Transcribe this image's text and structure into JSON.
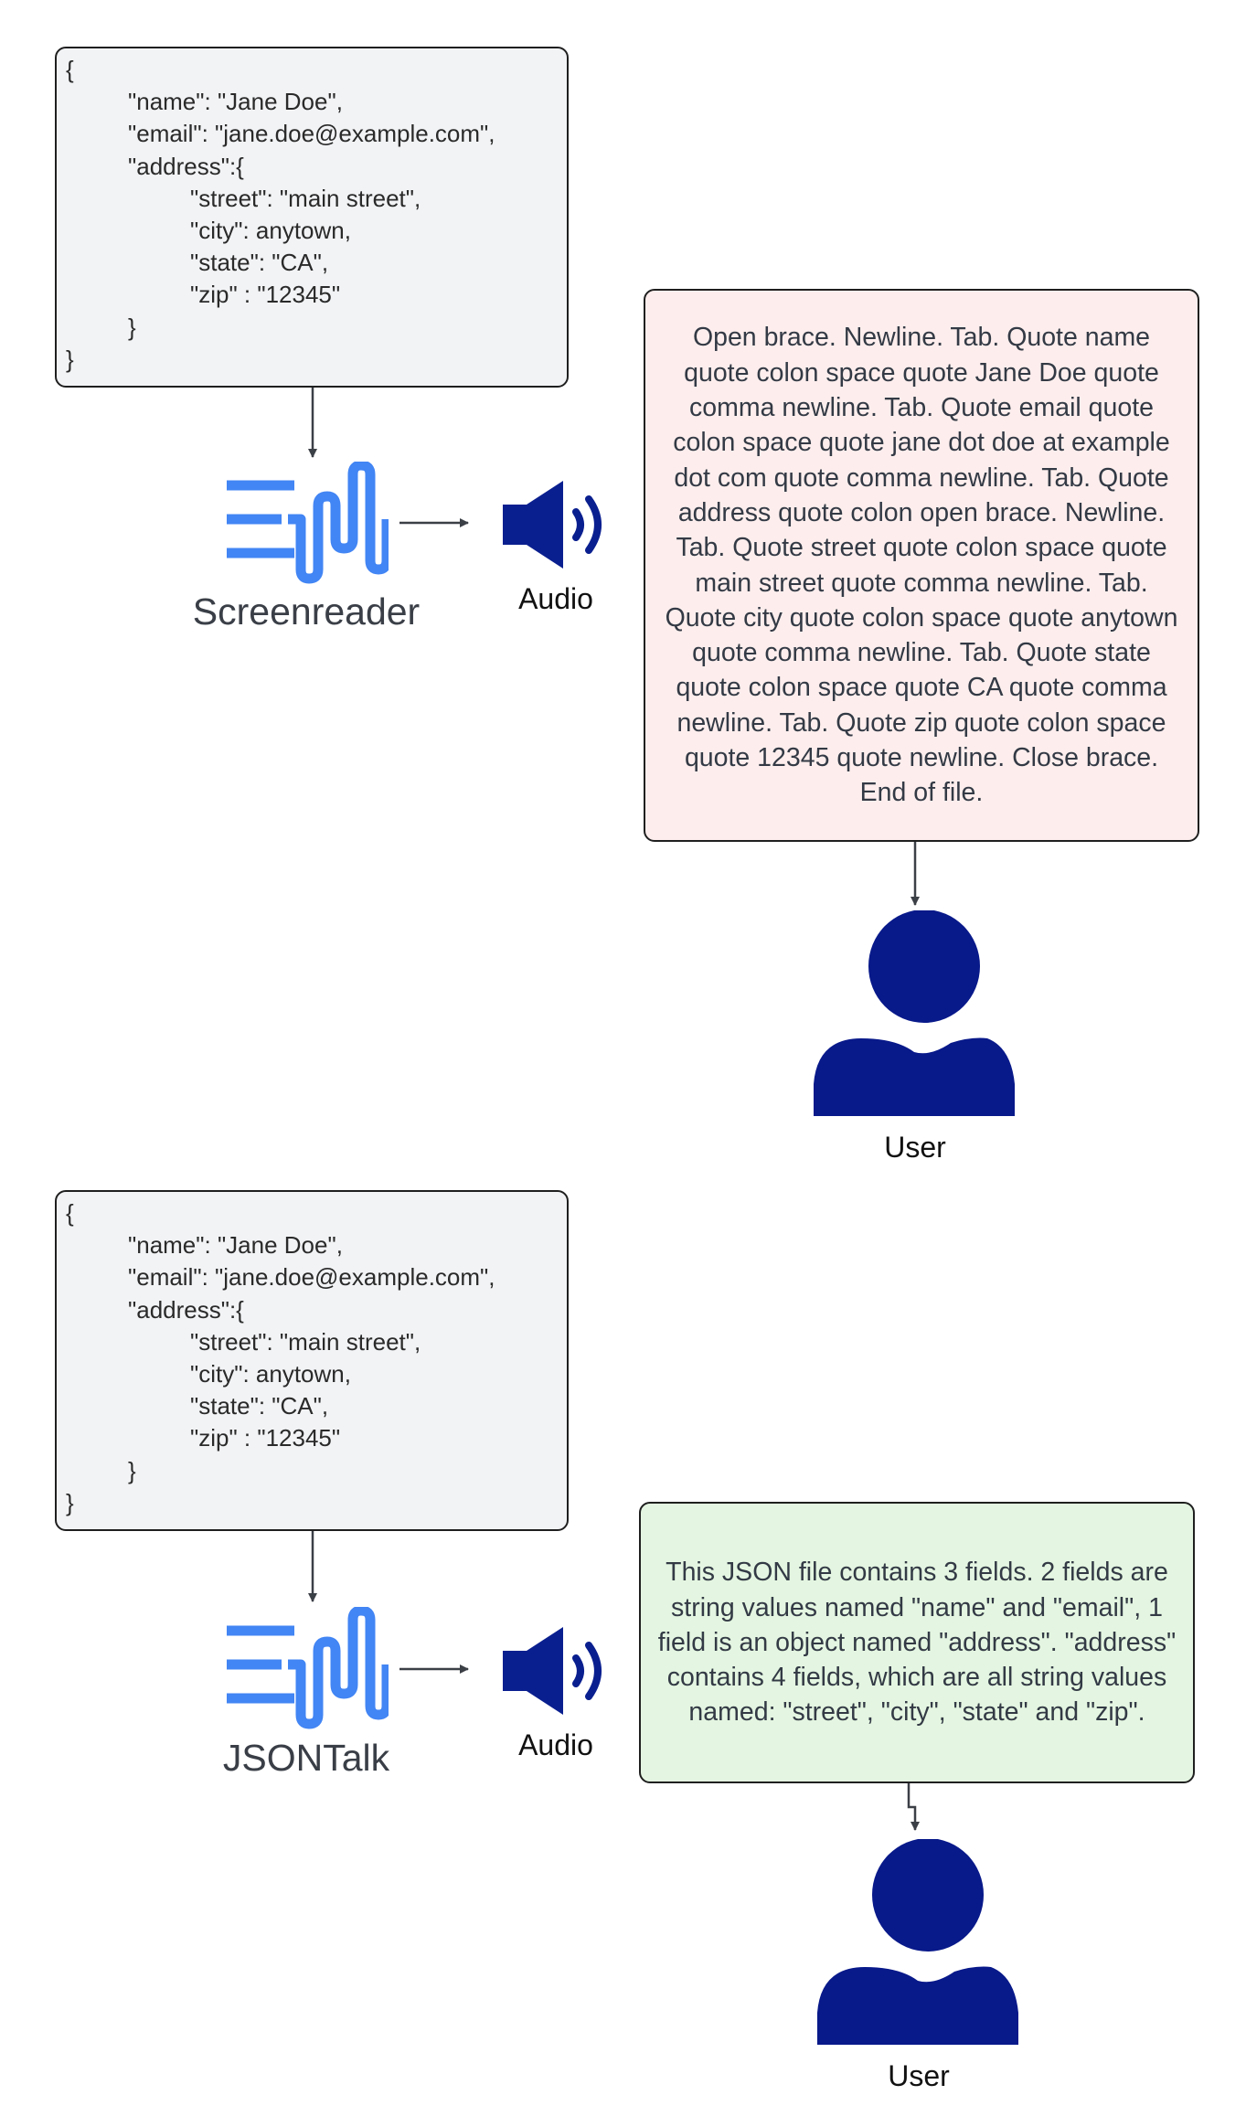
{
  "top_section": {
    "code_lines": [
      "{",
      "\"name\": \"Jane Doe\",",
      "\"email\": \"jane.doe@example.com\",",
      "\"address\":{",
      "\"street\": \"main street\",",
      "\"city\": anytown,",
      "\"state\": \"CA\",",
      "\"zip\" : \"12345\"",
      "}",
      "}"
    ],
    "tool_label": "Screenreader",
    "tool_icon": "waveform-icon",
    "audio_label": "Audio",
    "speech_text": "Open brace. Newline. Tab. Quote name quote colon space quote Jane Doe quote comma newline. Tab. Quote email quote colon space quote jane dot doe at example dot com quote comma newline. Tab. Quote address quote colon open brace. Newline. Tab. Quote street quote colon space quote main street quote comma newline. Tab. Quote city quote colon space quote anytown quote comma newline. Tab. Quote state quote colon space quote CA quote comma newline. Tab. Quote zip quote colon space quote 12345 quote newline. Close brace. End of file.",
    "user_label": "User"
  },
  "bottom_section": {
    "code_lines": [
      "{",
      "\"name\": \"Jane Doe\",",
      "\"email\": \"jane.doe@example.com\",",
      "\"address\":{",
      "\"street\": \"main street\",",
      "\"city\": anytown,",
      "\"state\": \"CA\",",
      "\"zip\" : \"12345\"",
      "}",
      "}"
    ],
    "tool_label": "JSONTalk",
    "tool_icon": "waveform-icon",
    "audio_label": "Audio",
    "speech_text": "This JSON file contains 3 fields. 2 fields are string values named \"name\" and \"email\", 1 field is an object named \"address\". \"address\" contains 4 fields, which are all string values named: \"street\", \"city\", \"state\" and \"zip\".",
    "user_label": "User"
  },
  "colors": {
    "waveform_blue": "#4285f4",
    "speaker_navy": "#0a1f8f",
    "user_navy": "#08198a",
    "screenreader_box_bg": "#fdeeed",
    "jsontalk_box_bg": "#e4f6e1",
    "code_box_bg": "#f2f3f5",
    "connector": "#3b3f46"
  }
}
